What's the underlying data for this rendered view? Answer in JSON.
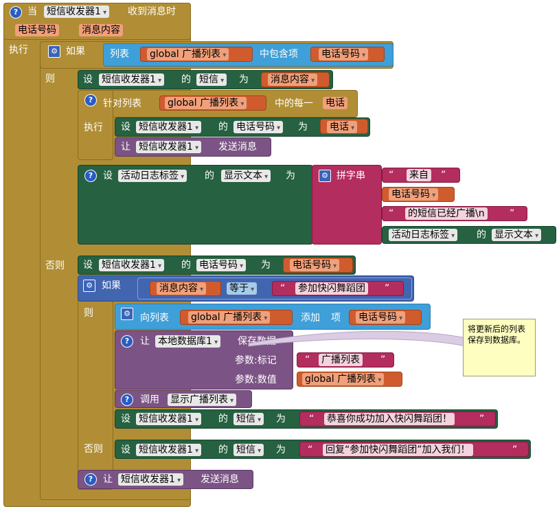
{
  "event": {
    "when": "当",
    "component": "短信收发器1",
    "event_name": "收到消息时",
    "param1": "电话号码",
    "param2": "消息内容",
    "do_label": "执行"
  },
  "if1": {
    "if_label": "如果",
    "list_label": "列表",
    "list_var": "global 广播列表",
    "contains_label": "中包含项",
    "item_var": "电话号码",
    "then_label": "则",
    "else_label": "否则"
  },
  "set_msg": {
    "set": "设",
    "component": "短信收发器1",
    "of": "的",
    "prop": "短信",
    "to": "为",
    "value": "消息内容"
  },
  "foreach": {
    "label": "针对列表",
    "list_var": "global 广播列表",
    "each_label": "中的每一",
    "item": "电话",
    "do_label": "执行"
  },
  "set_phone_loop": {
    "set": "设",
    "component": "短信收发器1",
    "of": "的",
    "prop": "电话号码",
    "to": "为",
    "value": "电话"
  },
  "send_loop": {
    "call": "让",
    "component": "短信收发器1",
    "method": "发送消息"
  },
  "set_label": {
    "set": "设",
    "component": "活动日志标签",
    "of": "的",
    "prop": "显示文本",
    "to": "为"
  },
  "join": {
    "label": "拼字串",
    "s1": "来自",
    "s2": "电话号码",
    "s3": "的短信已经广播\\n",
    "s4_component": "活动日志标签",
    "s4_of": "的",
    "s4_prop": "显示文本"
  },
  "else_set_phone": {
    "set": "设",
    "component": "短信收发器1",
    "of": "的",
    "prop": "电话号码",
    "to": "为",
    "value": "电话号码"
  },
  "if2": {
    "if_label": "如果",
    "left": "消息内容",
    "op": "等于",
    "right": "参加快闪舞蹈团",
    "then_label": "则",
    "else_label": "否则"
  },
  "add_item": {
    "label": "向列表",
    "list_var": "global 广播列表",
    "add_label": "添加",
    "item_label": "项",
    "item": "电话号码"
  },
  "store": {
    "call": "让",
    "component": "本地数据库1",
    "method": "保存数据",
    "tag_label": "参数:标记",
    "tag_value": "广播列表",
    "value_label": "参数:数值",
    "value_var": "global 广播列表"
  },
  "call_proc": {
    "label": "调用",
    "proc": "显示广播列表"
  },
  "set_reply1": {
    "set": "设",
    "component": "短信收发器1",
    "of": "的",
    "prop": "短信",
    "to": "为",
    "value": "恭喜你成功加入快闪舞蹈团！"
  },
  "set_reply2": {
    "set": "设",
    "component": "短信收发器1",
    "of": "的",
    "prop": "短信",
    "to": "为",
    "value": "回复“参加快闪舞蹈团”加入我们！"
  },
  "send_final": {
    "call": "让",
    "component": "短信收发器1",
    "method": "发送消息"
  },
  "comment": {
    "text": "将更新后的列表保存到数据库。"
  },
  "glyphs": {
    "help": "?",
    "gear": "⚙",
    "quote_open": "“",
    "quote_close": "”"
  }
}
